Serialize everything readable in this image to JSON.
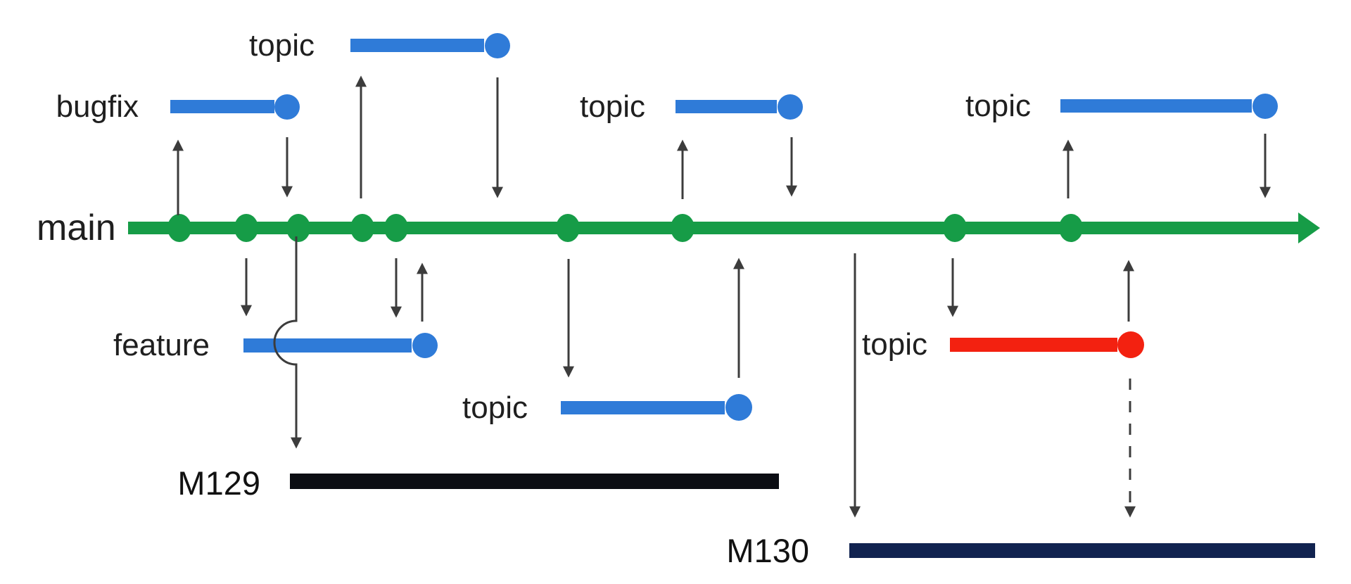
{
  "background": "#ffffff",
  "colors": {
    "main-green": "#169c47",
    "branch-blue": "#2f7bd8",
    "abandoned-red": "#f32110",
    "arrow-gray": "#3c3c3c",
    "m129-bar": "#0b0d13",
    "m130-bar": "#112350",
    "label-text": "#1f1f1f"
  },
  "labels": {
    "main": "main",
    "bugfix": "bugfix",
    "topic_top": "topic",
    "topic_mid": "topic",
    "topic_right": "topic",
    "feature": "feature",
    "topic_lower": "topic",
    "topic_red": "topic",
    "m129": "M129",
    "m130": "M130"
  },
  "structure": {
    "main_commit_count": 9,
    "branch_count": 7,
    "milestone_count": 2,
    "abandoned_branch": "topic_red",
    "milestones": [
      "M129",
      "M130"
    ]
  }
}
